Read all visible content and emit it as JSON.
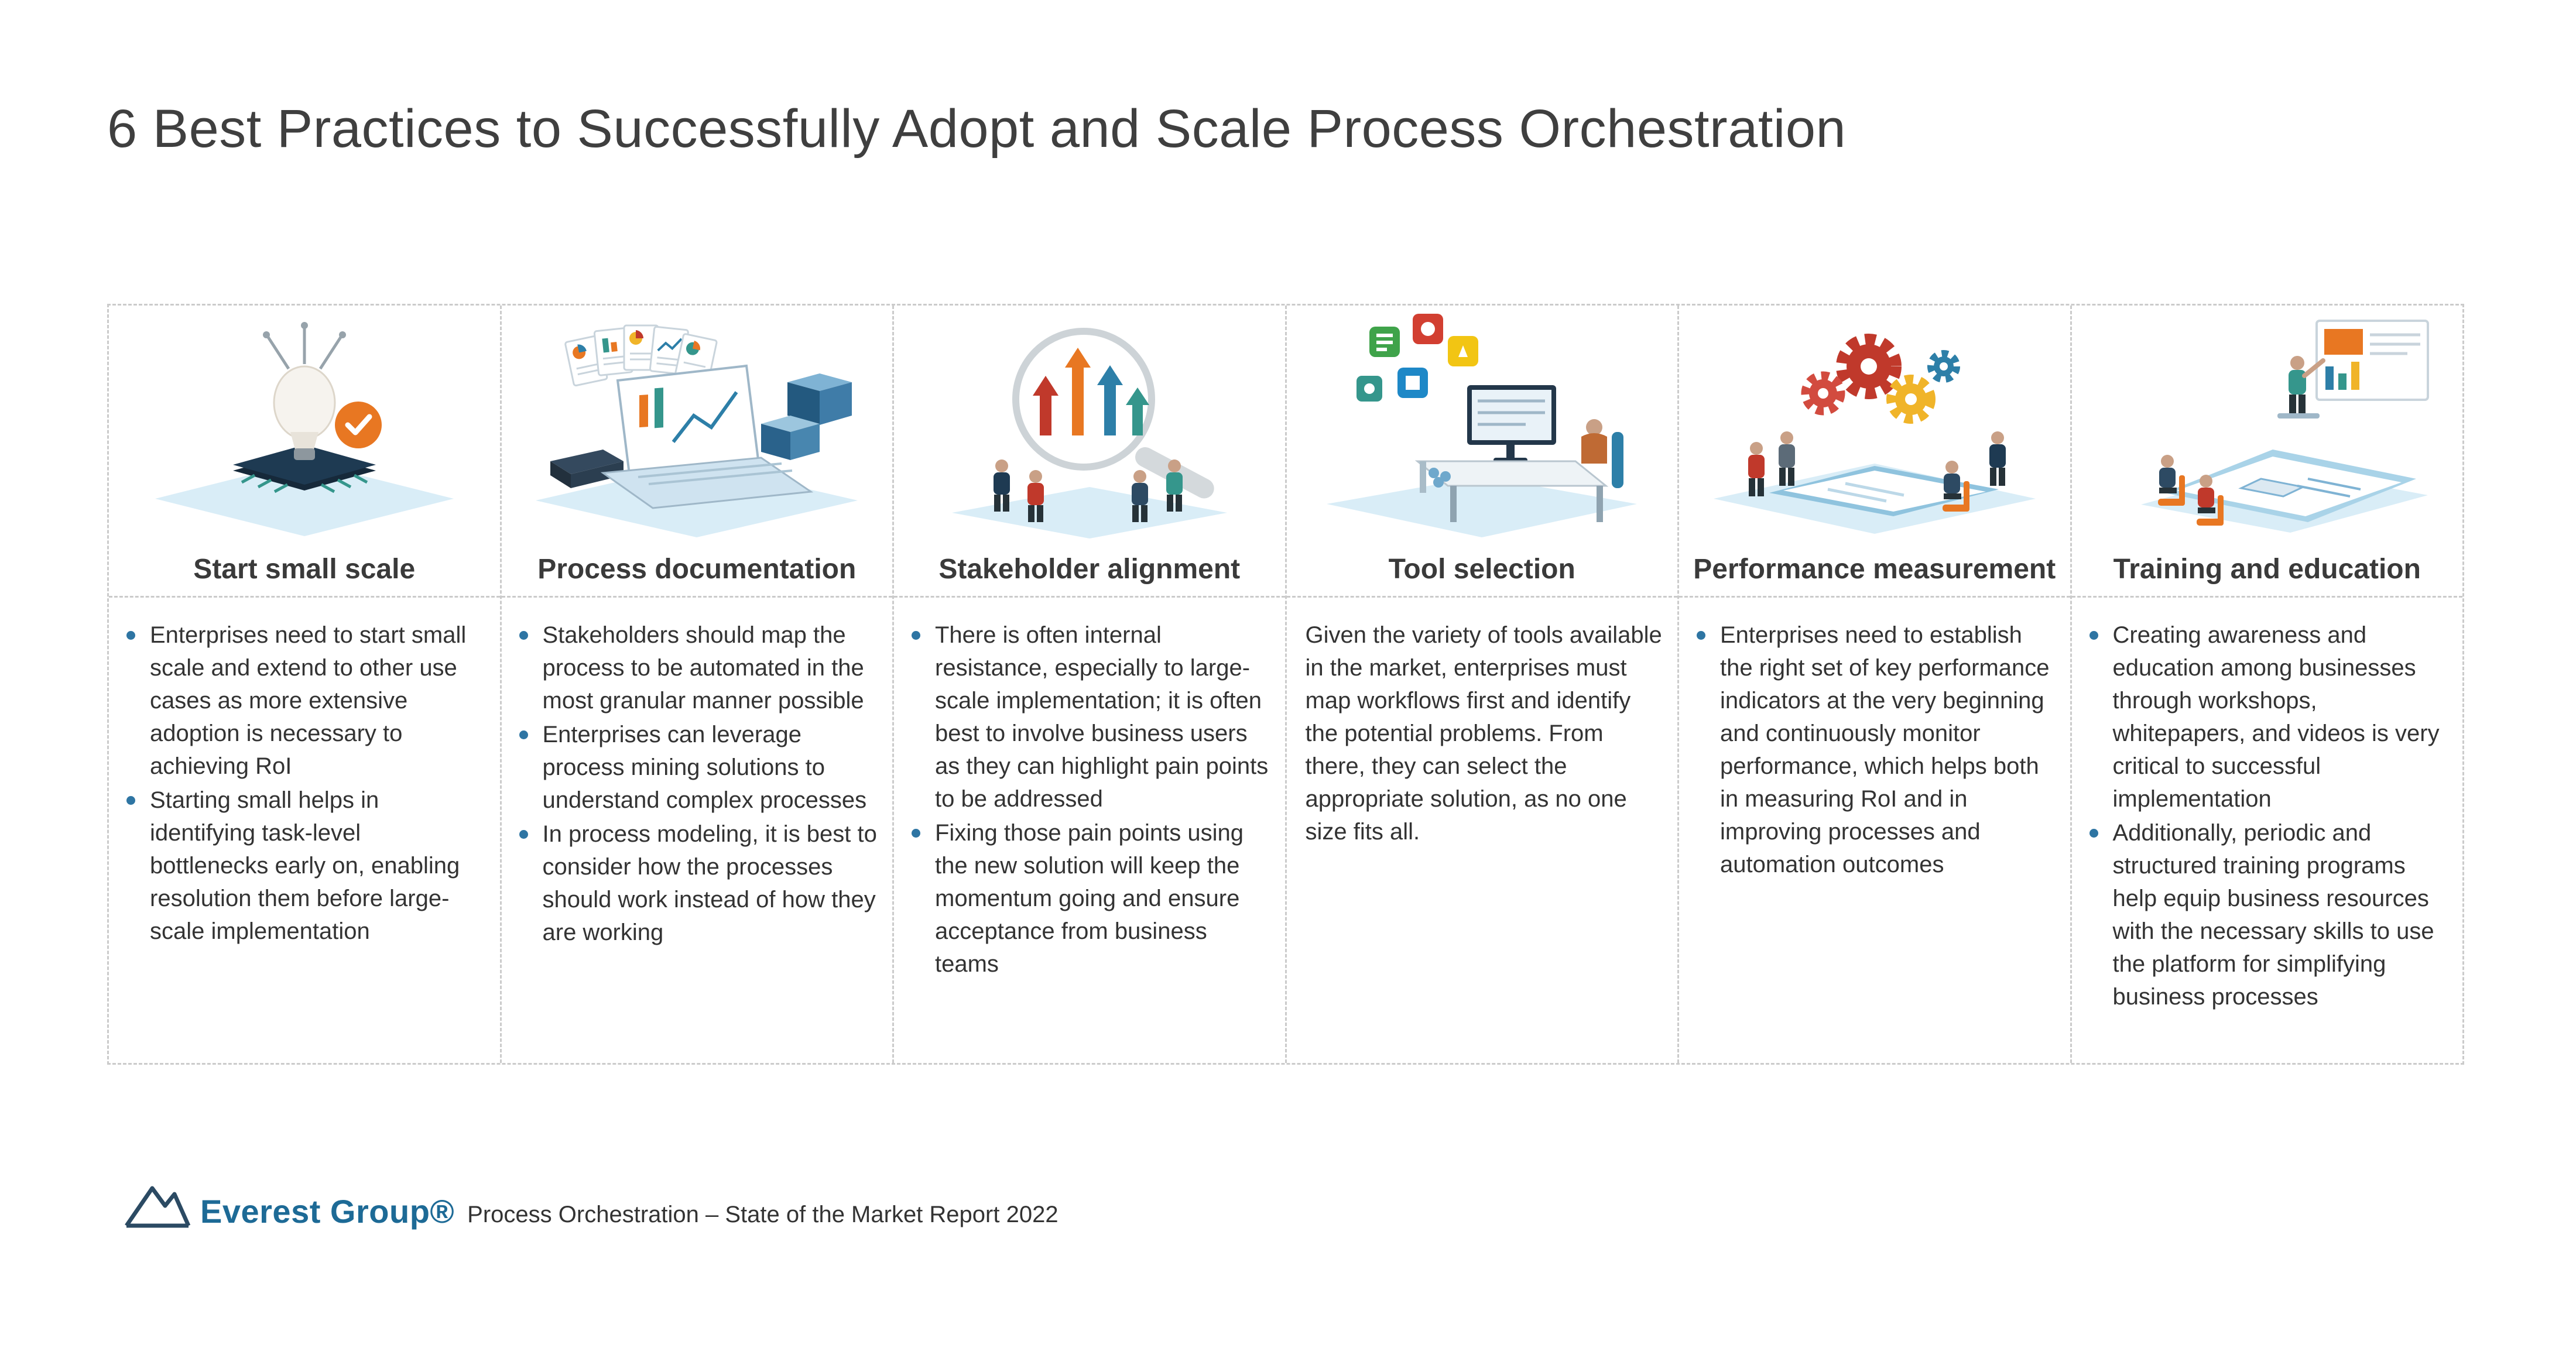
{
  "page": {
    "title": "6 Best Practices to Successfully Adopt and Scale Process Orchestration"
  },
  "columns": [
    {
      "title": "Start small scale",
      "illustration": "lightbulb-on-circuit-chip-illustration",
      "bullets": [
        "Enterprises need to start small scale and extend to other use cases as more extensive adoption is necessary to achieving RoI",
        "Starting small helps in identifying task-level bottlenecks early on, enabling resolution them before large-scale implementation"
      ]
    },
    {
      "title": "Process documentation",
      "illustration": "laptop-with-documents-and-cubes-illustration",
      "bullets": [
        "Stakeholders should map the process to be automated in the most granular manner possible",
        "Enterprises can leverage process mining solutions to understand complex processes",
        "In process modeling, it is best to consider how the processes should work instead of how they are working"
      ]
    },
    {
      "title": "Stakeholder alignment",
      "illustration": "people-growth-arrows-magnifier-illustration",
      "bullets": [
        "There is often internal resistance, especially to large-scale implementation; it is often best to involve business users as they can highlight pain points to be addressed",
        "Fixing those pain points using the new solution will keep the momentum going and ensure acceptance from business teams"
      ]
    },
    {
      "title": "Tool selection",
      "illustration": "person-at-desk-with-app-icons-illustration",
      "paragraph": "Given the variety of tools available in the market, enterprises must map workflows first and identify the potential problems. From there, they can select the appropriate solution, as no one size fits all."
    },
    {
      "title": "Performance measurement",
      "illustration": "team-assembling-gears-on-tablet-illustration",
      "bullets": [
        "Enterprises need to establish the right set of key performance indicators at the very beginning and continuously monitor performance, which helps both in measuring RoI and in improving processes and automation outcomes"
      ]
    },
    {
      "title": "Training and education",
      "illustration": "presenter-with-screen-and-tablet-illustration",
      "bullets": [
        "Creating awareness and education among businesses through workshops, whitepapers, and videos is very critical to successful implementation",
        "Additionally, periodic and structured training programs help equip business resources with the necessary skills to use the platform for simplifying business processes"
      ]
    }
  ],
  "footer": {
    "brand": "Everest Group",
    "registered_mark": "®",
    "caption": "Process Orchestration – State of the Market Report 2022"
  },
  "colors": {
    "accent_orange": "#e87722",
    "accent_red": "#c0392b",
    "accent_yellow": "#f0b429",
    "accent_blue": "#2d7fa8",
    "accent_teal": "#35968c",
    "platform_blue": "#d9edf7",
    "navy": "#1e3a52",
    "brand_blue": "#1d6a96",
    "bullet_dot": "#2e75a3",
    "dashed_border": "#cbcbcb",
    "text_dark": "#333333"
  }
}
